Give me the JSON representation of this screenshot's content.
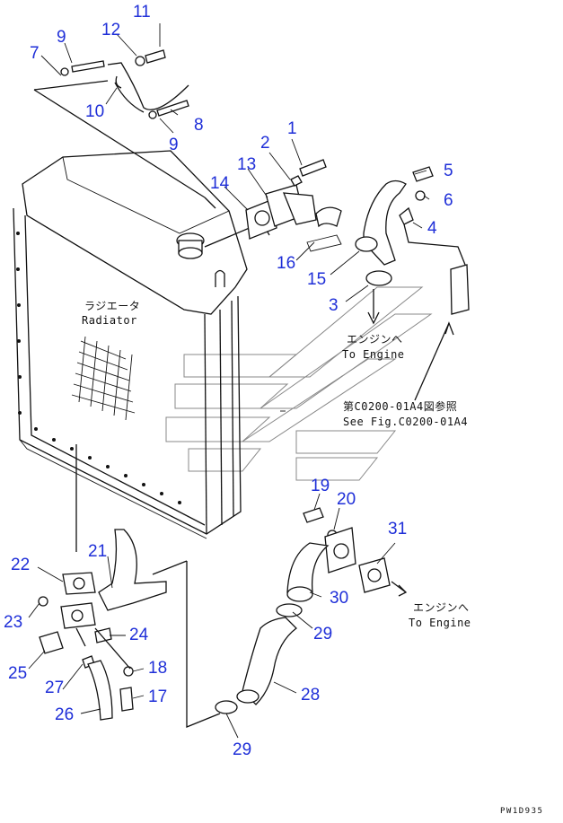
{
  "callouts": {
    "c1": "1",
    "c2": "2",
    "c3": "3",
    "c4": "4",
    "c5": "5",
    "c6": "6",
    "c7": "7",
    "c8": "8",
    "c9a": "9",
    "c9b": "9",
    "c10": "10",
    "c11": "11",
    "c12": "12",
    "c13": "13",
    "c14": "14",
    "c15": "15",
    "c16": "16",
    "c17": "17",
    "c18": "18",
    "c19": "19",
    "c20": "20",
    "c21": "21",
    "c22": "22",
    "c23": "23",
    "c24": "24",
    "c25": "25",
    "c26": "26",
    "c27": "27",
    "c28": "28",
    "c29a": "29",
    "c29b": "29",
    "c30": "30",
    "c31": "31"
  },
  "notes": {
    "radiator_jp": "ラジエータ",
    "radiator_en": "Radiator",
    "to_engine_jp_1": "エンジンへ",
    "to_engine_en_1": "To Engine",
    "see_fig_jp": "第C0200-01A4図参照",
    "see_fig_en": "See Fig.C0200-01A4",
    "to_engine_jp_2": "エンジンへ",
    "to_engine_en_2": "To Engine"
  },
  "drawing_code": "PW1D935",
  "colors": {
    "callout": "#1f2fd8",
    "line": "#111111"
  }
}
